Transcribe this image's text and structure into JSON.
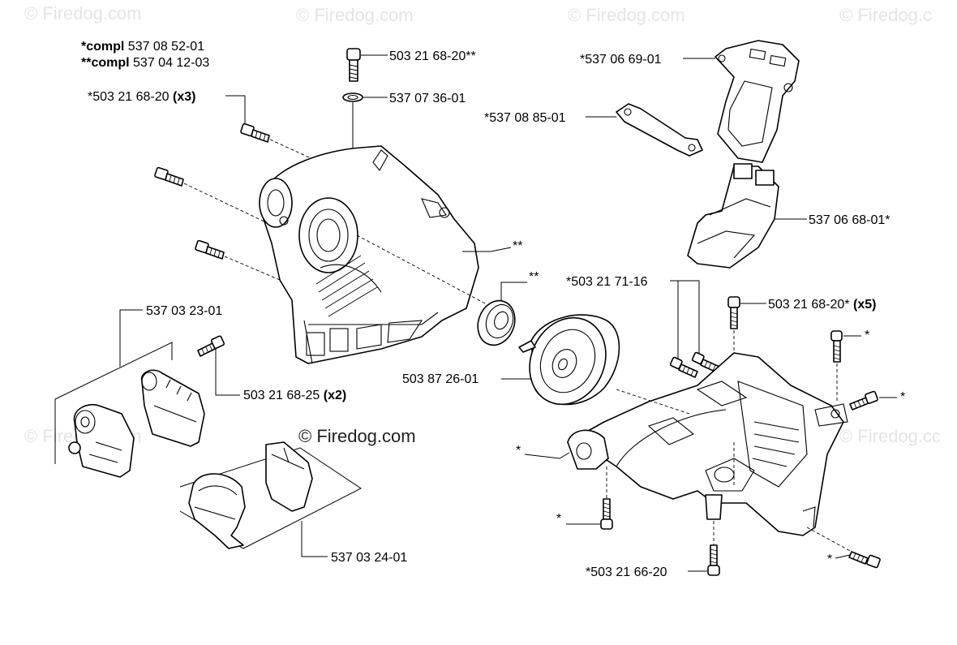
{
  "watermarks": [
    "© Firedog.com",
    "© Firedog.com",
    "© Firedog.com",
    "© Firedog.c",
    "© Firedog.com",
    "© Firedog.cc"
  ],
  "copyright": "© Firedog.com",
  "header": {
    "compl1_prefix": "*compl",
    "compl1_number": " 537 08 52-01",
    "compl2_prefix": "**compl",
    "compl2_number": " 537 04 12-03"
  },
  "labels": {
    "screw_top": "503 21 68-20**",
    "washer": "537 07 36-01",
    "screw_x3_number": "*503 21 68-20 ",
    "screw_x3_qty": "(x3)",
    "housing_ref": "**",
    "cover_upper": "*537 06 69-01",
    "gasket": "*537 08 85-01",
    "intake": "537 06 68-01*",
    "bearing_ref": "**",
    "screw_71": "*503 21 71-16",
    "screw_x5_number": "503 21 68-20* ",
    "screw_x5_qty": "(x5)",
    "star_a": "*",
    "star_b": "*",
    "clamp_assy": "537 03 23-01",
    "screw_x2_number": "503 21 68-25 ",
    "screw_x2_qty": "(x2)",
    "drum": "503 87 26-01",
    "star_c": "*",
    "star_d": "*",
    "star_e": "*",
    "clamp_inner": "537 03 24-01",
    "screw_66": "*503 21 66-20"
  }
}
